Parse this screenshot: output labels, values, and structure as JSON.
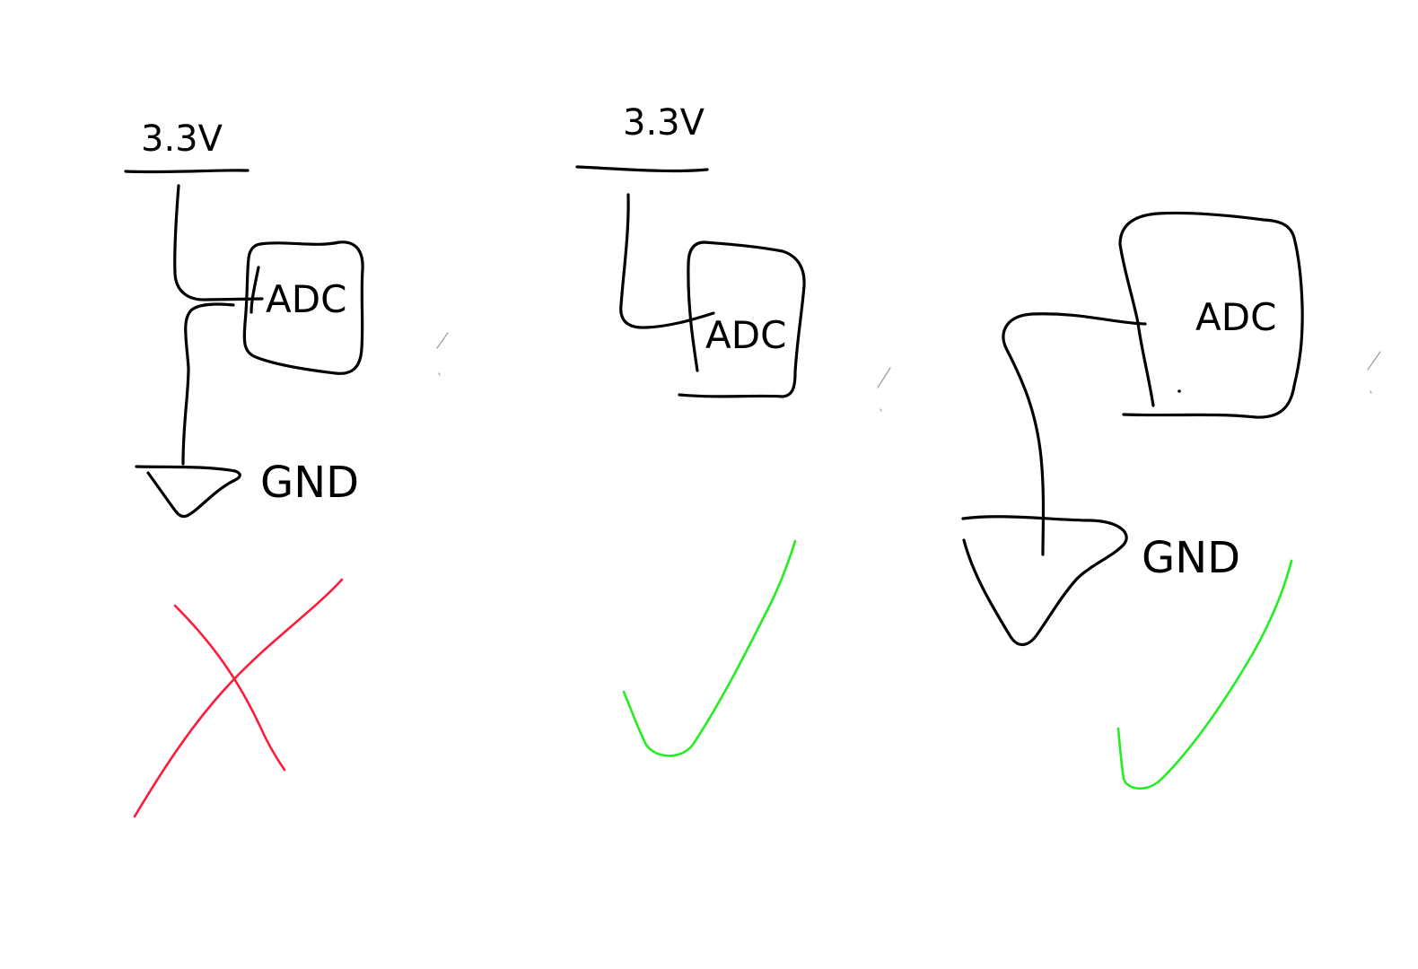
{
  "colors": {
    "ink": "#000000",
    "wrong": "#ff1a3c",
    "right": "#22ee22"
  },
  "panels": [
    {
      "supply_label": "3.3V",
      "adc_label": "ADC",
      "ground_label": "GND",
      "verdict": "cross-mark-icon"
    },
    {
      "supply_label": "3.3V",
      "adc_label": "ADC",
      "verdict": "check-mark-icon"
    },
    {
      "adc_label": "ADC",
      "ground_label": "GND",
      "verdict": "check-mark-icon"
    }
  ]
}
